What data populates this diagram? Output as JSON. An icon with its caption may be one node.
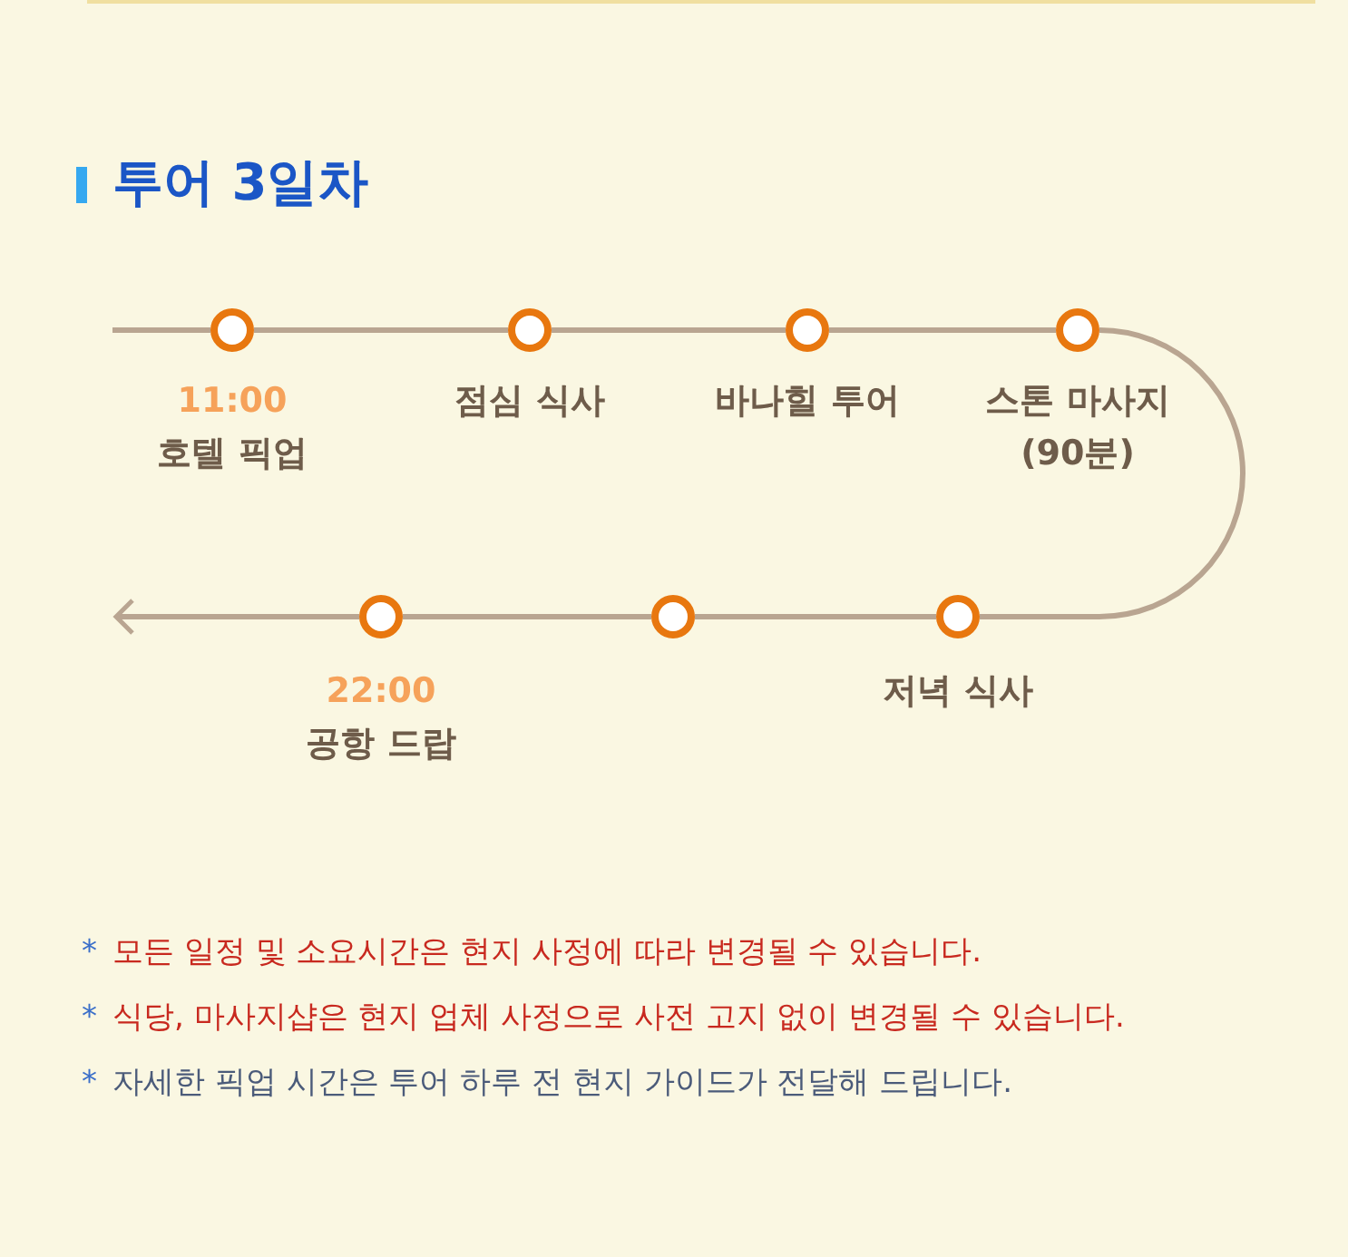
{
  "diagram": {
    "title": "투어 3일차",
    "nodes": [
      {
        "text": [],
        "shape": "circle",
        "beside": [
          "11:00",
          "호텔 픽업"
        ]
      },
      {
        "text": [],
        "shape": "circle",
        "beside": [
          "점심 식사"
        ]
      },
      {
        "text": [],
        "shape": "circle",
        "beside": [
          "바나힐 투어"
        ]
      },
      {
        "text": [],
        "shape": "circle",
        "beside": [
          "스톤 마사지 (90분)"
        ]
      },
      {
        "text": [],
        "shape": "circle",
        "beside": [
          "저녁 식사"
        ]
      },
      {
        "text": [],
        "shape": "circle"
      },
      {
        "text": [],
        "shape": "circle",
        "beside": [
          "22:00",
          "공항 드랍"
        ]
      }
    ],
    "edges": [
      {
        "from": null,
        "to": 0,
        "arrow": "none"
      },
      {
        "from": 0,
        "to": 1,
        "arrow": "none"
      },
      {
        "from": 1,
        "to": 2,
        "arrow": "none"
      },
      {
        "from": 2,
        "to": 3,
        "arrow": "none"
      },
      {
        "from": 3,
        "to": 4,
        "arrow": "none"
      },
      {
        "from": 4,
        "to": 5,
        "arrow": "none"
      },
      {
        "from": 5,
        "to": 6,
        "arrow": "none"
      },
      {
        "from": 6,
        "to": null,
        "arrow": "to"
      }
    ],
    "labels": [
      "*",
      "모든 일정 및 소요시간은 현지 사정에 따라 변경될 수 있습니다.",
      "*",
      "식당, 마사지샵은 현지 업체 사정으로 사전 고지 없이 변경될 수 있습니다.",
      "*",
      "자세한 픽업 시간은 투어 하루 전 현지 가이드가 전달해 드립니다."
    ]
  }
}
